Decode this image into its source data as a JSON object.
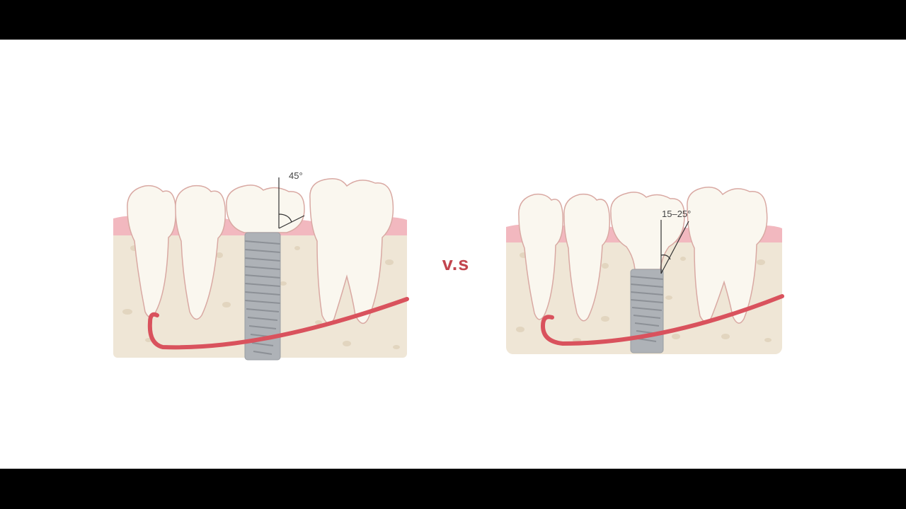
{
  "comparison": {
    "left_angle_label": "45°",
    "separator_label": "v.s",
    "right_angle_label": "15–25°"
  },
  "colors": {
    "bone": "#efe6d6",
    "bone_speckle": "#e0d3bc",
    "gum": "#f2b8bf",
    "tooth": "#faf7ef",
    "tooth_outline": "#d9a9a3",
    "nerve": "#d9525d",
    "implant": "#aeb2b7",
    "separator": "#c2454e"
  }
}
